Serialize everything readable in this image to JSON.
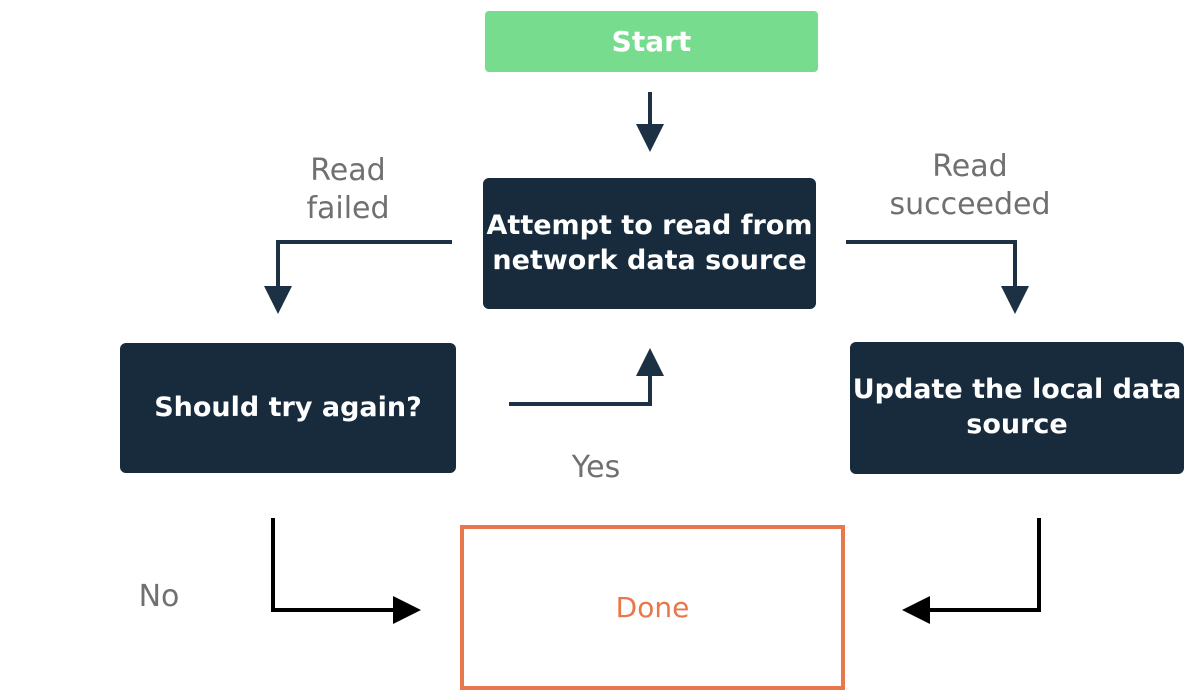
{
  "nodes": {
    "start": "Start",
    "attempt": [
      "Attempt to read from",
      "network data source"
    ],
    "retry": "Should try again?",
    "update": [
      "Update the local data",
      "source"
    ],
    "done": "Done"
  },
  "labels": {
    "read_failed": [
      "Read",
      "failed"
    ],
    "read_succeeded": [
      "Read",
      "succeeded"
    ],
    "yes": "Yes",
    "no": "No"
  },
  "colors": {
    "start_fill": "#78dc8e",
    "process_fill": "#172b3d",
    "done_border": "#e8774b",
    "edge_upper": "#1c3144",
    "edge_lower": "#000000",
    "label_text": "#707070"
  }
}
